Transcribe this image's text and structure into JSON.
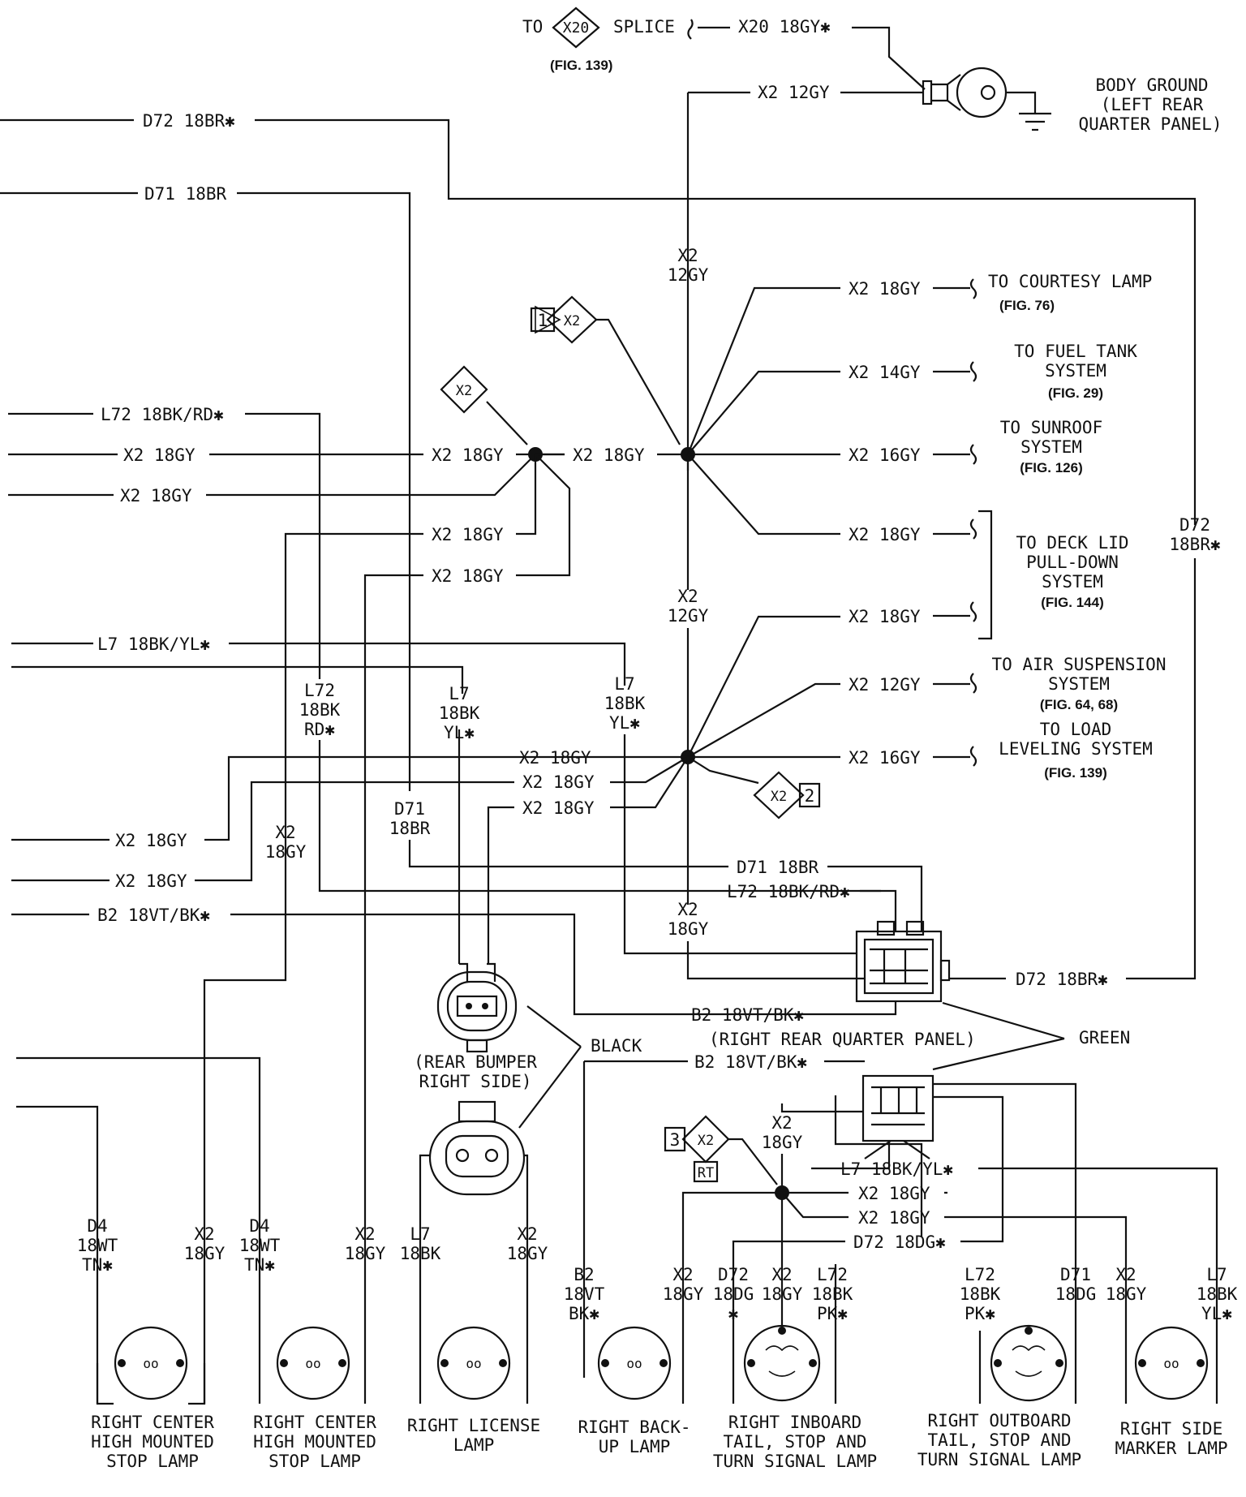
{
  "header": {
    "to": "TO",
    "x20_circuit": "X20",
    "splice": "SPLICE",
    "x20_wire": "X20 18GY✱",
    "fig139": "(FIG. 139)",
    "x2_12gy": "X2 12GY"
  },
  "ground": {
    "line1": "BODY GROUND",
    "line2": "(LEFT REAR",
    "line3": "QUARTER PANEL)"
  },
  "wires_left": {
    "d72": "D72 18BR✱",
    "d71": "D71 18BR",
    "l72": "L72 18BK/RD✱",
    "x2_a": "X2 18GY",
    "x2_b": "X2 18GY",
    "l7": "L7 18BK/YL✱",
    "x2_c": "X2 18GY",
    "x2_d": "X2 18GY",
    "b2": "B2 18VT/BK✱"
  },
  "splice_center": {
    "x2_in": "X2 18GY",
    "x2_out": "X2 18GY",
    "x2_down1": "X2 18GY",
    "x2_down2": "X2 18GY",
    "x2_12gy_top_1": "X2",
    "x2_12gy_top_2": "12GY",
    "x2_12gy_mid_1": "X2",
    "x2_12gy_mid_2": "12GY"
  },
  "branches": {
    "b1_wire": "X2 18GY",
    "b1_1": "TO COURTESY LAMP",
    "b1_fig": "(FIG. 76)",
    "b2_wire": "X2 14GY",
    "b2_1": "TO FUEL TANK",
    "b2_2": "SYSTEM",
    "b2_fig": "(FIG. 29)",
    "b3_wire": "X2 16GY",
    "b3_1": "TO SUNROOF",
    "b3_2": "SYSTEM",
    "b3_fig": "(FIG. 126)",
    "b4_wire": "X2 18GY",
    "b5_wire": "X2 18GY",
    "b4_1": "TO DECK LID",
    "b4_2": "PULL-DOWN",
    "b4_3": "SYSTEM",
    "b4_fig": "(FIG. 144)",
    "b6_wire": "X2 12GY",
    "b6_1": "TO AIR SUSPENSION",
    "b6_2": "SYSTEM",
    "b6_fig": "(FIG. 64, 68)",
    "b7_wire": "X2 16GY",
    "b7_1": "TO LOAD",
    "b7_2": "LEVELING SYSTEM",
    "b7_fig": "(FIG. 139)"
  },
  "lower_splice": {
    "x2_a": "X2 18GY",
    "x2_b": "X2 18GY",
    "x2_c": "X2 18GY",
    "d71_wire": "D71 18BR",
    "l72_wire": "L72 18BK/RD✱",
    "x2_18gy_1": "X2",
    "x2_18gy_2": "18GY",
    "d72_right": "D72 18BR✱",
    "b2_wire": "B2 18VT/BK✱",
    "rrqp": "(RIGHT REAR QUARTER PANEL)",
    "green": "GREEN",
    "black": "BLACK",
    "bumper1": "(REAR BUMPER",
    "bumper2": "RIGHT SIDE)",
    "b2_wire2": "B2 18VT/BK✱"
  },
  "vertical_labels": {
    "l72_1": "L72",
    "l72_2": "18BK",
    "l72_3": "RD✱",
    "l7a_1": "L7",
    "l7a_2": "18BK",
    "l7a_3": "YL✱",
    "l7b_1": "L7",
    "l7b_2": "18BK",
    "l7b_3": "YL✱",
    "d71_1": "D71",
    "d71_2": "18BR",
    "x2gy_1": "X2",
    "x2gy_2": "18GY",
    "d72r_1": "D72",
    "d72r_2": "18BR✱"
  },
  "rt_splice": {
    "n3": "3",
    "x2": "X2",
    "rt": "RT",
    "x2v_1": "X2",
    "x2v_2": "18GY",
    "l7": "L7 18BK/YL✱",
    "x2a": "X2 18GY",
    "x2b": "X2 18GY",
    "d72": "D72 18DG✱"
  },
  "lamps": {
    "lamp1_1": "RIGHT CENTER",
    "lamp1_2": "HIGH MOUNTED",
    "lamp1_3": "STOP LAMP",
    "lamp2_1": "RIGHT CENTER",
    "lamp2_2": "HIGH MOUNTED",
    "lamp2_3": "STOP LAMP",
    "lamp3_1": "RIGHT LICENSE",
    "lamp3_2": "LAMP",
    "lamp4_1": "RIGHT BACK-",
    "lamp4_2": "UP LAMP",
    "lamp5_1": "RIGHT INBOARD",
    "lamp5_2": "TAIL, STOP AND",
    "lamp5_3": "TURN SIGNAL LAMP",
    "lamp6_1": "RIGHT OUTBOARD",
    "lamp6_2": "TAIL, STOP AND",
    "lamp6_3": "TURN SIGNAL LAMP",
    "lamp7_1": "RIGHT SIDE",
    "lamp7_2": "MARKER LAMP"
  },
  "lamp_wires": {
    "d4a_1": "D4",
    "d4a_2": "18WT",
    "d4a_3": "TN✱",
    "x2a_1": "X2",
    "x2a_2": "18GY",
    "d4b_1": "D4",
    "d4b_2": "18WT",
    "d4b_3": "TN✱",
    "x2b_1": "X2",
    "x2b_2": "18GY",
    "l7c_1": "L7",
    "l7c_2": "18BK",
    "x2c_1": "X2",
    "x2c_2": "18GY",
    "b2_1": "B2",
    "b2_2": "18VT",
    "b2_3": "BK✱",
    "x2d_1": "X2",
    "x2d_2": "18GY",
    "d72_1": "D72",
    "d72_2": "18DG",
    "d72_3": "✱",
    "x2e_1": "X2",
    "x2e_2": "18GY",
    "l72_1": "L72",
    "l72_2": "18BK",
    "l72_3": "PK✱",
    "l72b_1": "L72",
    "l72b_2": "18BK",
    "l72b_3": "PK✱",
    "d71_1": "D71",
    "d71_2": "18DG",
    "x2f_1": "X2",
    "x2f_2": "18GY",
    "l7d_1": "L7",
    "l7d_2": "18BK",
    "l7d_3": "YL✱"
  },
  "diamonds": {
    "x2_small": "X2",
    "n1": "1",
    "x2_1": "X2",
    "n2": "2",
    "x2_2": "X2"
  }
}
